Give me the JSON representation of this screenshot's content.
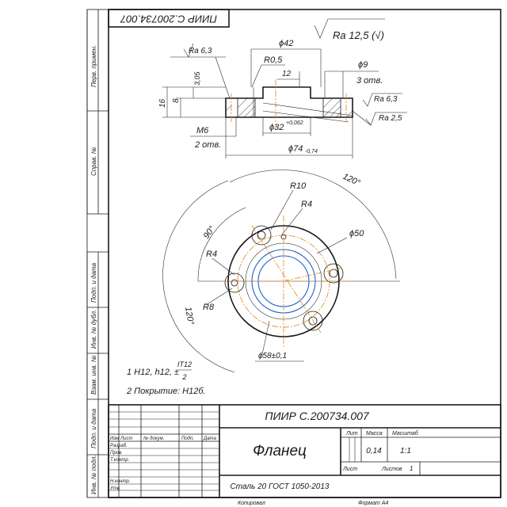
{
  "stamp": {
    "designation_rotated": "ПИИР С.200734.007",
    "designation": "ПИИР С.200734.007",
    "name": "Фланец",
    "material": "Сталь 20  ГОСТ 1050-2013",
    "header_lit": "Лит",
    "header_mass": "Масса",
    "header_scale": "Масштаб",
    "mass": "0,14",
    "scale": "1:1",
    "sheet_label": "Лист",
    "sheets_label": "Листов",
    "sheets": "1",
    "col_izm": "Изм",
    "col_list": "Лист",
    "col_doc": "№ докум.",
    "col_sign": "Подп.",
    "col_date": "Дата",
    "role_dev": "Разраб.",
    "role_check": "Пров.",
    "role_tcontrol": "Т.контр.",
    "role_ncontrol": "Н.контр.",
    "role_approve": "Утв.",
    "copied": "Копировал",
    "format": "Формат  А4"
  },
  "side_strip": {
    "perv_primen": "Перв. примен.",
    "sprav": "Справ. №",
    "podp_data_1": "Подп. и дата",
    "inv_dubl": "Инв. № дубл.",
    "vzam_inv": "Взам. инв. №",
    "podp_data_2": "Подп. и дата",
    "inv_podl": "Инв. № подл."
  },
  "roughness": {
    "general": "Ra 12,5 (√)",
    "top": "Ra 6,3",
    "right_top": "Ra 6,3",
    "right_bottom": "Ra 2,5"
  },
  "dims": {
    "d42": "ϕ42",
    "r05": "R0,5",
    "d9": "ϕ9",
    "holes3": "3 отв.",
    "w12": "12",
    "h3": "3,05",
    "h8": "8",
    "h16": "16",
    "m6": "M6",
    "holes2": "2 отв.",
    "d32": "ϕ32",
    "d32_tol": "+0,062",
    "d74": "ϕ74",
    "d74_tol": "-0,74",
    "r10": "R10",
    "r4_top": "R4",
    "d50": "ϕ50",
    "a120": "120°",
    "a90": "90°",
    "r4_left": "R4",
    "a120b": "120°",
    "r8": "R8",
    "d58": "ϕ58±0,1"
  },
  "notes": {
    "n1_text": "1  H12, h12, ±",
    "n1_num": "IT12",
    "n1_den": "2",
    "n2": "2  Покрытие: Н12б."
  }
}
